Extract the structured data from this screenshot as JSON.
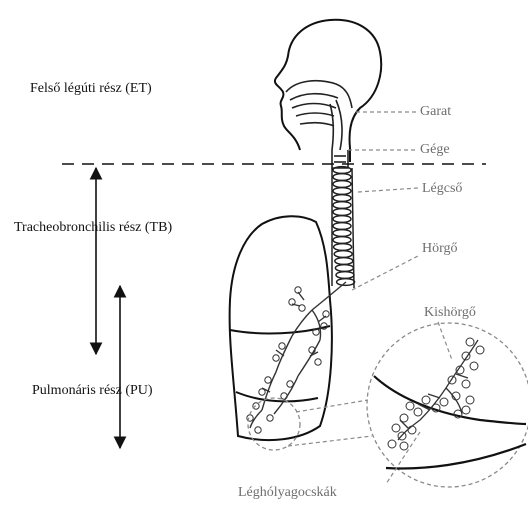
{
  "regions": {
    "upper": "Felső légúti rész  (ET)",
    "tracheo": "Tracheobronchilis rész  (TB)",
    "pulmonary": "Pulmonáris rész  (PU)"
  },
  "parts": {
    "pharynx": "Garat",
    "larynx": "Gége",
    "trachea": "Légcső",
    "bronchus": "Hörgő",
    "bronchiole": "Kishörgő",
    "alveoli": "Léghólyagocskák"
  },
  "colors": {
    "ink": "#111111",
    "label_dark": "#111111",
    "label_gray": "#6e6e6e",
    "leader": "#8a8a8a",
    "background": "#ffffff"
  }
}
